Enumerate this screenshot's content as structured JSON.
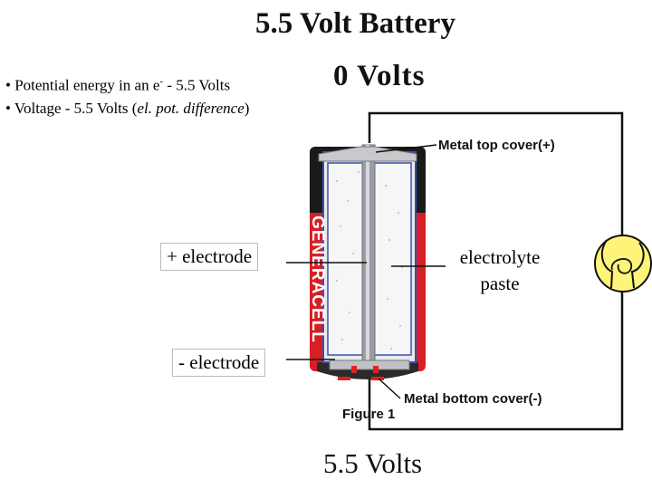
{
  "title": "5.5 Volt Battery",
  "bullets": {
    "b1_prefix": "• Potential energy in an e",
    "b1_sup": "-",
    "b1_suffix": "  - 5.5 Volts",
    "b2_prefix": "• Voltage  - 5.5 Volts (",
    "b2_italic": "el. pot. difference",
    "b2_suffix": ")"
  },
  "top_voltage": "0  Volts",
  "bottom_voltage": "5.5 Volts",
  "labels": {
    "plus_electrode": "+ electrode",
    "minus_electrode": "- electrode",
    "electrolyte_paste": "electrolyte paste"
  },
  "callouts": {
    "top_cover": "Metal top cover(+)",
    "bottom_cover": "Metal bottom cover(-)",
    "figure": "Figure 1"
  },
  "brand": "GENERACELL",
  "colors": {
    "battery_red": "#d81f26",
    "battery_black": "#1a1a1a",
    "electrode_blue": "#3a4fb0",
    "bulb_yellow": "#fff47a",
    "minus_mark_red": "#e0201c"
  }
}
